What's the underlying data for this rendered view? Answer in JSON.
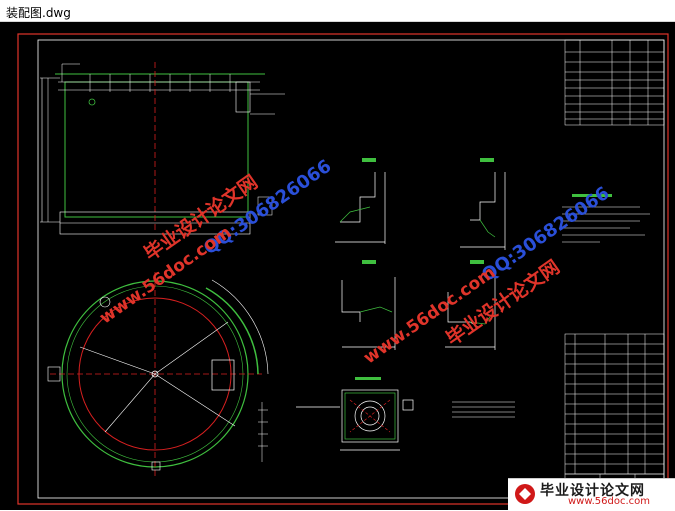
{
  "window": {
    "title": "装配图.dwg"
  },
  "watermarks": {
    "brand": "毕业设计论文网",
    "qq": "QQ:306826066",
    "site": "www.56doc.com"
  },
  "logo": {
    "name": "毕业设计论文网",
    "site": "www.56doc.com"
  },
  "colors": {
    "background": "#000000",
    "frame": "#e0342a",
    "green": "#3fbf3f",
    "white": "#ffffff",
    "red_line": "#d82020"
  }
}
